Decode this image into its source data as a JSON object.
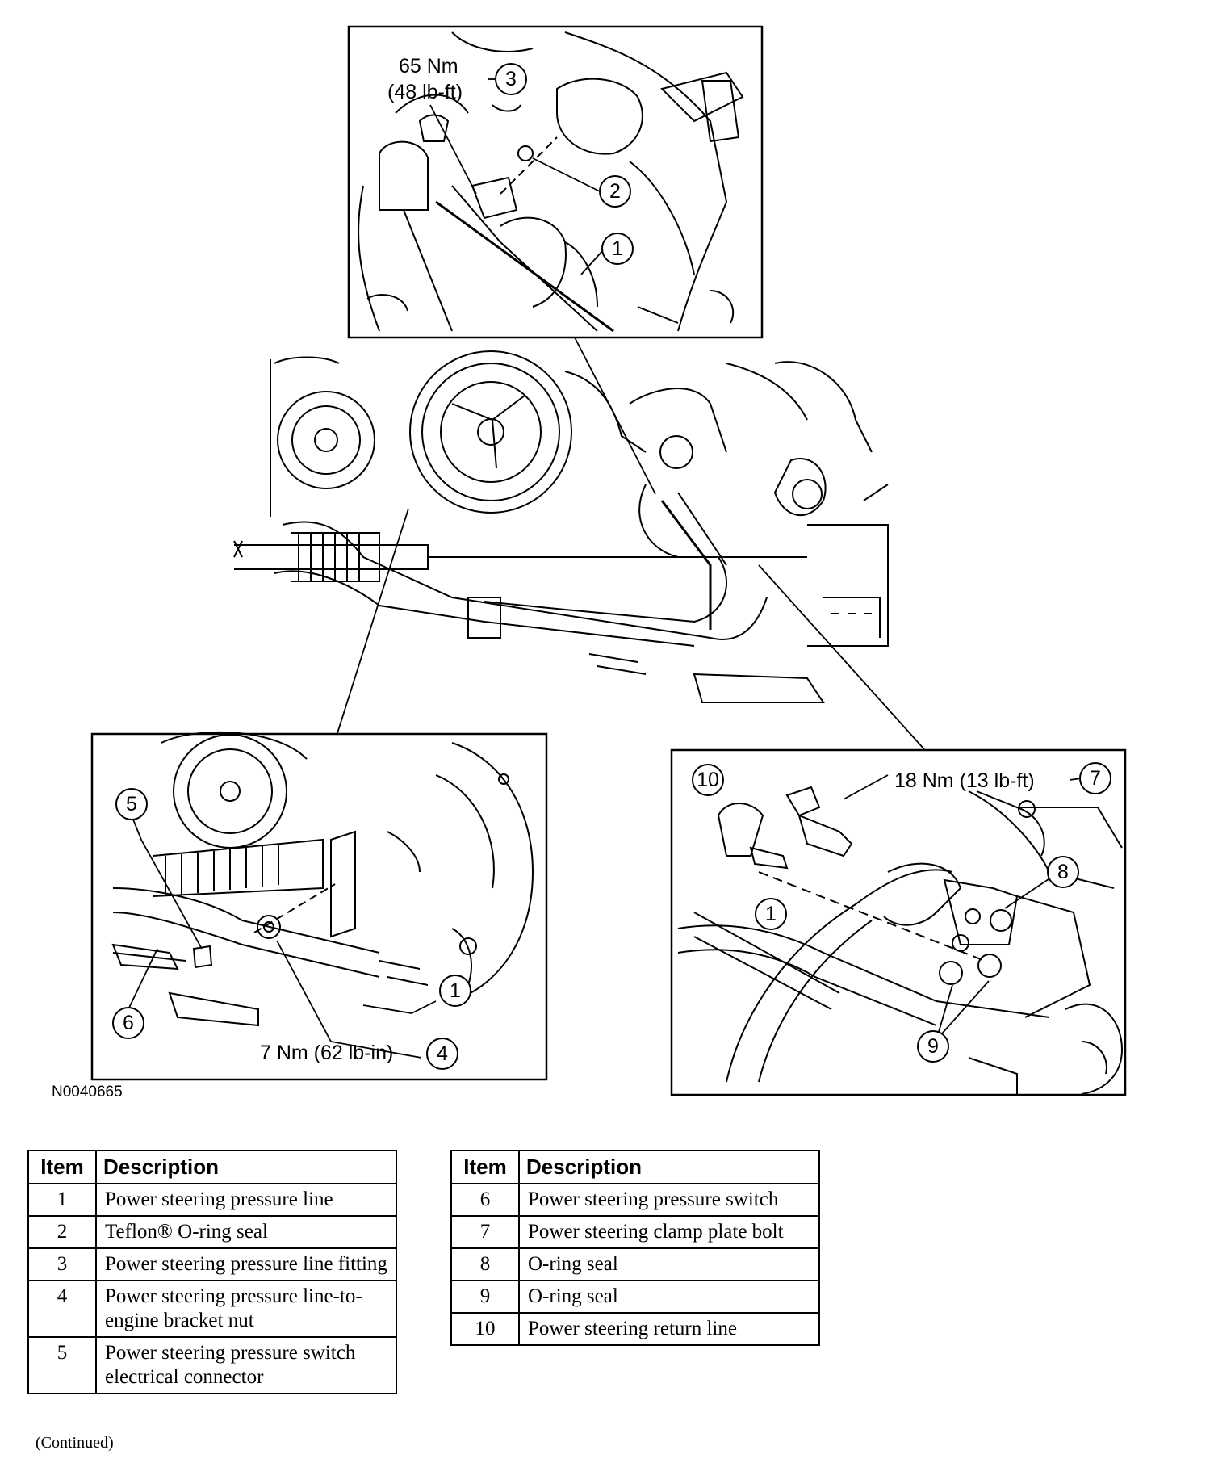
{
  "diagram": {
    "figure_id": "N0040665",
    "callouts": {
      "torque_3_nm": "65 Nm",
      "torque_3_lbft": "(48 lb-ft)",
      "torque_4": "7 Nm (62 lb-in)",
      "torque_7": "18 Nm (13 lb-ft)"
    },
    "numbers": {
      "n1": "1",
      "n2": "2",
      "n3": "3",
      "n4": "4",
      "n5": "5",
      "n6": "6",
      "n7": "7",
      "n8": "8",
      "n9": "9",
      "n10": "10",
      "n1b": "1",
      "n1c": "1"
    }
  },
  "tables": {
    "header_item": "Item",
    "header_desc": "Description",
    "left": [
      {
        "item": "1",
        "desc": "Power steering pressure line"
      },
      {
        "item": "2",
        "desc": "Teflon® O-ring seal"
      },
      {
        "item": "3",
        "desc": "Power steering pressure line fitting"
      },
      {
        "item": "4",
        "desc": "Power steering pressure line-to-engine bracket nut"
      },
      {
        "item": "5",
        "desc": "Power steering pressure switch electrical connector"
      }
    ],
    "right": [
      {
        "item": "6",
        "desc": "Power steering pressure switch"
      },
      {
        "item": "7",
        "desc": "Power steering clamp plate bolt"
      },
      {
        "item": "8",
        "desc": "O-ring seal"
      },
      {
        "item": "9",
        "desc": "O-ring seal"
      },
      {
        "item": "10",
        "desc": "Power steering return line"
      }
    ]
  },
  "footer": {
    "continued": "(Continued)"
  }
}
